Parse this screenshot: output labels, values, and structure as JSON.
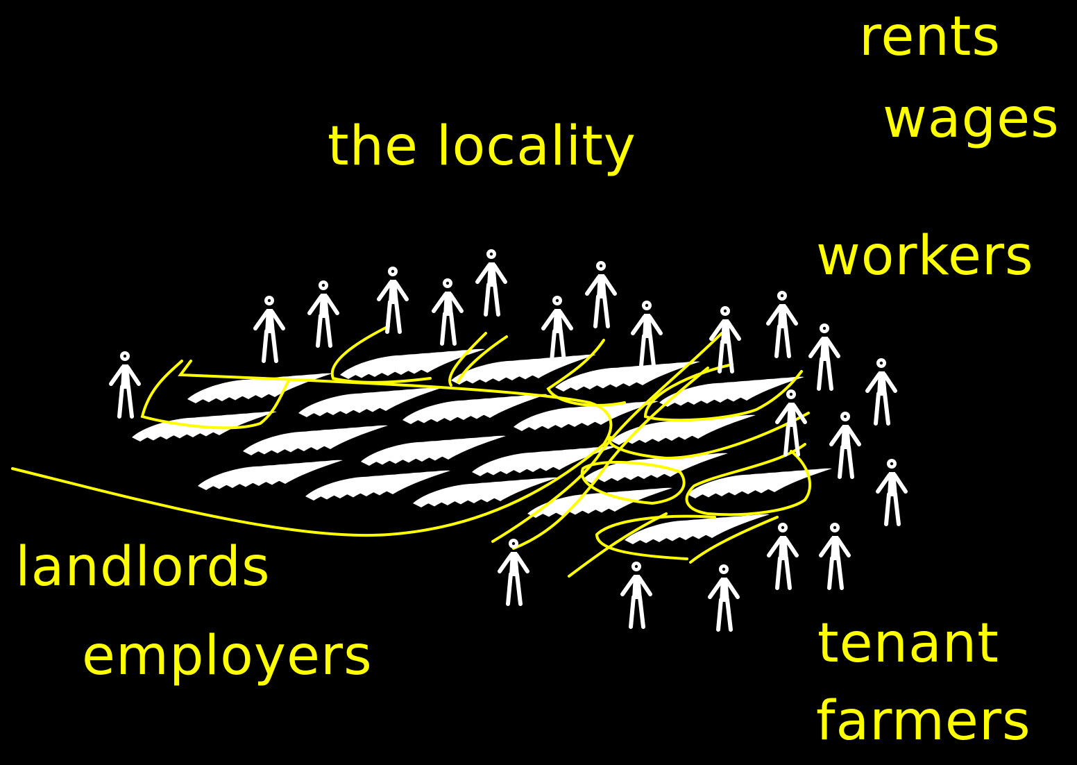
{
  "labels": {
    "rents": "rents",
    "wages": "wages",
    "locality": "the locality",
    "workers": "workers",
    "landlords": "landlords",
    "employers": "employers",
    "tenant": "tenant",
    "farmers": "farmers"
  },
  "colors": {
    "background": "#000000",
    "accent": "#ffff00",
    "figure": "#ffffff"
  },
  "icons": {
    "person": "stick-figure-icon",
    "field": "crop-field-icon"
  }
}
